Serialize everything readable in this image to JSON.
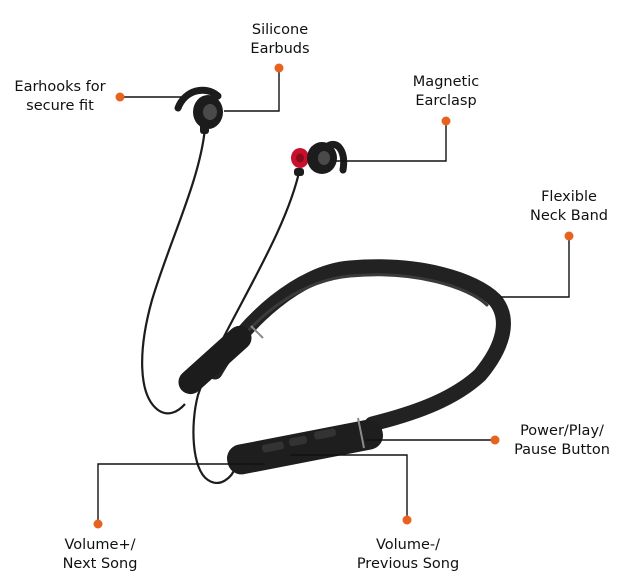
{
  "colors": {
    "accent": "#e8621f",
    "product": "#1c1c1c",
    "leader": "#111111",
    "earbud_tip": "#c8102e"
  },
  "callouts": {
    "earhooks": {
      "line1": "Earhooks for",
      "line2": "secure fit"
    },
    "silicone": {
      "line1": "Silicone",
      "line2": "Earbuds"
    },
    "magnetic": {
      "line1": "Magnetic",
      "line2": "Earclasp"
    },
    "neckband": {
      "line1": "Flexible",
      "line2": "Neck Band"
    },
    "power": {
      "line1": "Power/Play/",
      "line2": "Pause Button"
    },
    "volume_up": {
      "line1": "Volume+/",
      "line2": "Next Song"
    },
    "volume_down": {
      "line1": "Volume-/",
      "line2": "Previous Song"
    }
  }
}
